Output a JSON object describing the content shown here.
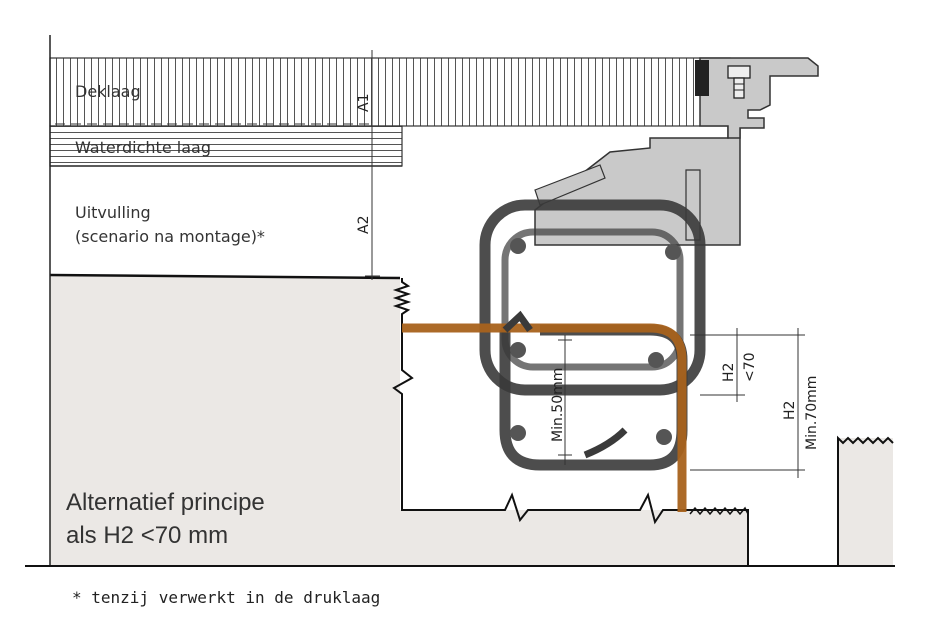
{
  "labels": {
    "deklaag": "Deklaag",
    "waterdichte_laag": "Waterdichte laag",
    "uitvulling_1": "Uitvulling",
    "uitvulling_2": "(scenario na montage)*",
    "alternatief_1": "Alternatief principe",
    "alternatief_2": "als H2 <70 mm",
    "footnote": "* tenzij verwerkt in de druklaag"
  },
  "dimensions": {
    "a1": "A1",
    "a2": "A2",
    "min_50": "Min.50mm",
    "h2_a": "H2",
    "h2_lt70": "<70",
    "h2_b": "H2",
    "min_70": "Min.70mm"
  },
  "colors": {
    "concrete": "#ebe8e5",
    "profile": "#c9c9c9",
    "rebar_orange": "#a8621c",
    "rebar_dark": "#3a3a3a"
  }
}
